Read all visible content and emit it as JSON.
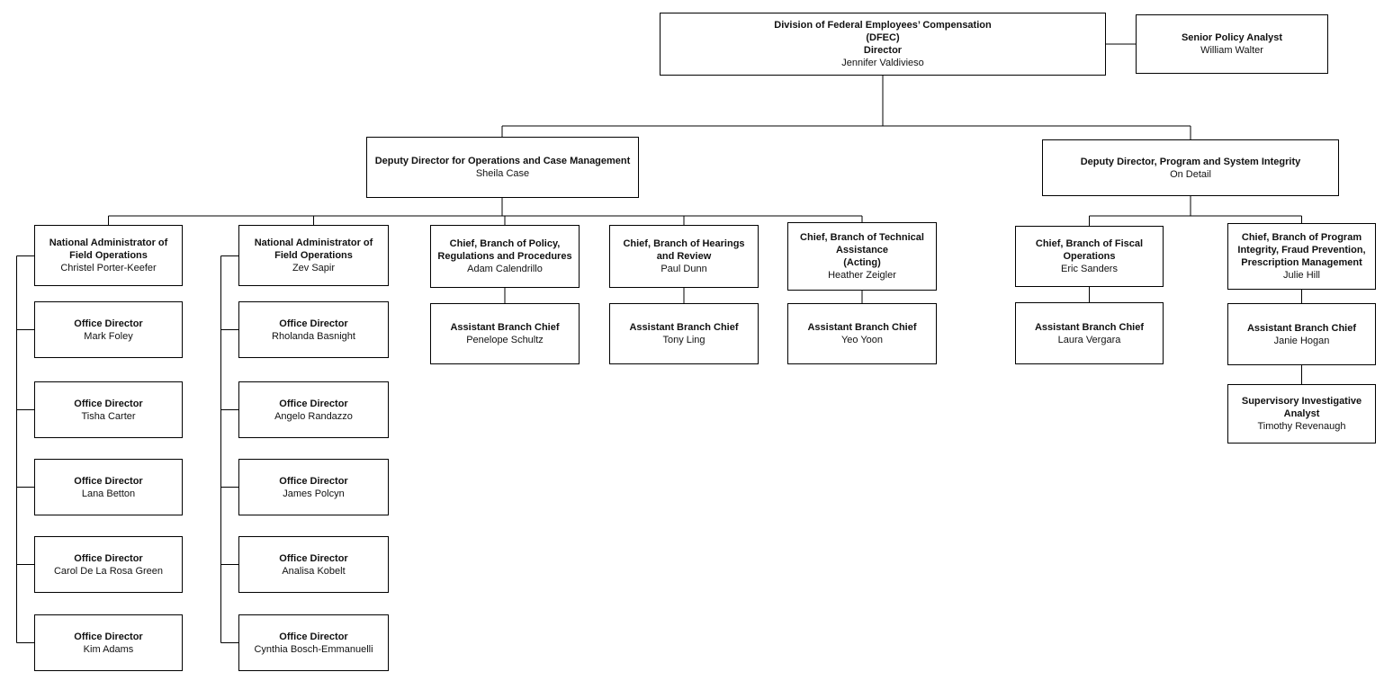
{
  "page": {
    "background_color": "#ffffff",
    "box_border_color": "#000000",
    "connector_color": "#000000",
    "text_color": "#111111"
  },
  "org_chart": {
    "nodes": {
      "director": {
        "title": "Division of Federal Employees’ Compensation",
        "title2": "(DFEC)",
        "title3": "Director",
        "name": "Jennifer Valdivieso"
      },
      "senior_policy_analyst": {
        "title": "Senior Policy Analyst",
        "name": "William Walter"
      },
      "deputy_operations": {
        "title": "Deputy Director for Operations and Case Management",
        "name": "Sheila Case"
      },
      "deputy_integrity": {
        "title": "Deputy Director, Program and System Integrity",
        "name": "On Detail"
      },
      "national_admin_1": {
        "title": "National Administrator of Field Operations",
        "name": "Christel Porter-Keefer"
      },
      "national_admin_2": {
        "title": "National Administrator of Field Operations",
        "name": "Zev Sapir"
      },
      "chief_policy": {
        "title": "Chief, Branch of Policy, Regulations and Procedures",
        "name": "Adam Calendrillo"
      },
      "chief_hearings": {
        "title": "Chief, Branch of Hearings and Review",
        "name": "Paul Dunn"
      },
      "chief_technical": {
        "title": "Chief, Branch of Technical Assistance",
        "title2": "(Acting)",
        "name": "Heather Zeigler"
      },
      "chief_fiscal": {
        "title": "Chief, Branch of Fiscal Operations",
        "name": "Eric Sanders"
      },
      "chief_program_integrity": {
        "title": "Chief, Branch of Program Integrity, Fraud Prevention, Prescription Management",
        "name": "Julie Hill"
      },
      "assistant_policy": {
        "title": "Assistant Branch Chief",
        "name": "Penelope Schultz"
      },
      "assistant_hearings": {
        "title": "Assistant Branch Chief",
        "name": "Tony Ling"
      },
      "assistant_technical": {
        "title": "Assistant Branch Chief",
        "name": "Yeo Yoon"
      },
      "assistant_fiscal": {
        "title": "Assistant Branch Chief",
        "name": "Laura Vergara"
      },
      "assistant_program_integrity": {
        "title": "Assistant Branch Chief",
        "name": "Janie Hogan"
      },
      "supervisory_analyst": {
        "title": "Supervisory Investigative Analyst",
        "name": "Timothy Revenaugh"
      },
      "office_director_1_1": {
        "title": "Office Director",
        "name": "Mark Foley"
      },
      "office_director_1_2": {
        "title": "Office Director",
        "name": "Tisha Carter"
      },
      "office_director_1_3": {
        "title": "Office Director",
        "name": "Lana Betton"
      },
      "office_director_1_4": {
        "title": "Office Director",
        "name": "Carol De La Rosa Green"
      },
      "office_director_1_5": {
        "title": "Office Director",
        "name": "Kim Adams"
      },
      "office_director_2_1": {
        "title": "Office Director",
        "name": "Rholanda Basnight"
      },
      "office_director_2_2": {
        "title": "Office Director",
        "name": "Angelo Randazzo"
      },
      "office_director_2_3": {
        "title": "Office Director",
        "name": "James Polcyn"
      },
      "office_director_2_4": {
        "title": "Office Director",
        "name": "Analisa Kobelt"
      },
      "office_director_2_5": {
        "title": "Office Director",
        "name": "Cynthia Bosch-Emmanuelli"
      }
    },
    "edges": [
      [
        "director",
        "senior_policy_analyst"
      ],
      [
        "director",
        "deputy_operations"
      ],
      [
        "director",
        "deputy_integrity"
      ],
      [
        "deputy_operations",
        "national_admin_1"
      ],
      [
        "deputy_operations",
        "national_admin_2"
      ],
      [
        "deputy_operations",
        "chief_policy"
      ],
      [
        "deputy_operations",
        "chief_hearings"
      ],
      [
        "deputy_operations",
        "chief_technical"
      ],
      [
        "deputy_integrity",
        "chief_fiscal"
      ],
      [
        "deputy_integrity",
        "chief_program_integrity"
      ],
      [
        "national_admin_1",
        "office_director_1_1"
      ],
      [
        "national_admin_1",
        "office_director_1_2"
      ],
      [
        "national_admin_1",
        "office_director_1_3"
      ],
      [
        "national_admin_1",
        "office_director_1_4"
      ],
      [
        "national_admin_1",
        "office_director_1_5"
      ],
      [
        "national_admin_2",
        "office_director_2_1"
      ],
      [
        "national_admin_2",
        "office_director_2_2"
      ],
      [
        "national_admin_2",
        "office_director_2_3"
      ],
      [
        "national_admin_2",
        "office_director_2_4"
      ],
      [
        "national_admin_2",
        "office_director_2_5"
      ],
      [
        "chief_policy",
        "assistant_policy"
      ],
      [
        "chief_hearings",
        "assistant_hearings"
      ],
      [
        "chief_technical",
        "assistant_technical"
      ],
      [
        "chief_fiscal",
        "assistant_fiscal"
      ],
      [
        "chief_program_integrity",
        "assistant_program_integrity"
      ],
      [
        "assistant_program_integrity",
        "supervisory_analyst"
      ]
    ]
  }
}
